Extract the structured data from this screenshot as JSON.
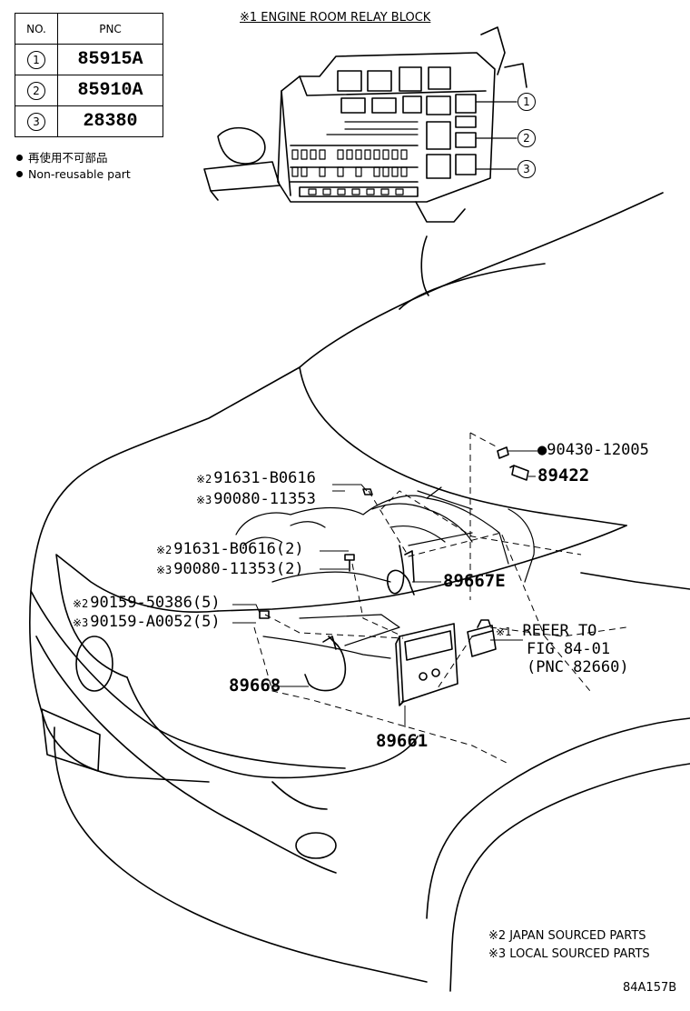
{
  "table": {
    "headers": [
      "NO.",
      "PNC"
    ],
    "rows": [
      {
        "no": "1",
        "pnc": "85915A"
      },
      {
        "no": "2",
        "pnc": "85910A"
      },
      {
        "no": "3",
        "pnc": "28380"
      }
    ]
  },
  "notes": {
    "jp": "再使用不可部品",
    "en": "Non-reusable part"
  },
  "relay_block_title": "※1 ENGINE ROOM RELAY BLOCK",
  "callouts": [
    "1",
    "2",
    "3"
  ],
  "labels": {
    "p90430": "●90430-12005",
    "p89422": "89422",
    "mark2a": "※2",
    "p91631a": "91631-B0616",
    "mark3a": "※3",
    "p90080a": "90080-11353",
    "mark2b": "※2",
    "p91631b": "91631-B0616(2)",
    "mark3b": "※3",
    "p90080b": "90080-11353(2)",
    "p89667e": "89667E",
    "mark2c": "※2",
    "p90159a": "90159-50386(5)",
    "mark3c": "※3",
    "p90159b": "90159-A0052(5)",
    "mark1": "※1",
    "refer1": "REFER TO",
    "refer2": "FIG 84-01",
    "refer3": "(PNC 82660)",
    "p89668": "89668",
    "p89661": "89661"
  },
  "footnotes": {
    "japan": "※2 JAPAN SOURCED PARTS",
    "local": "※3 LOCAL SOURCED PARTS"
  },
  "figure_code": "84A157B"
}
